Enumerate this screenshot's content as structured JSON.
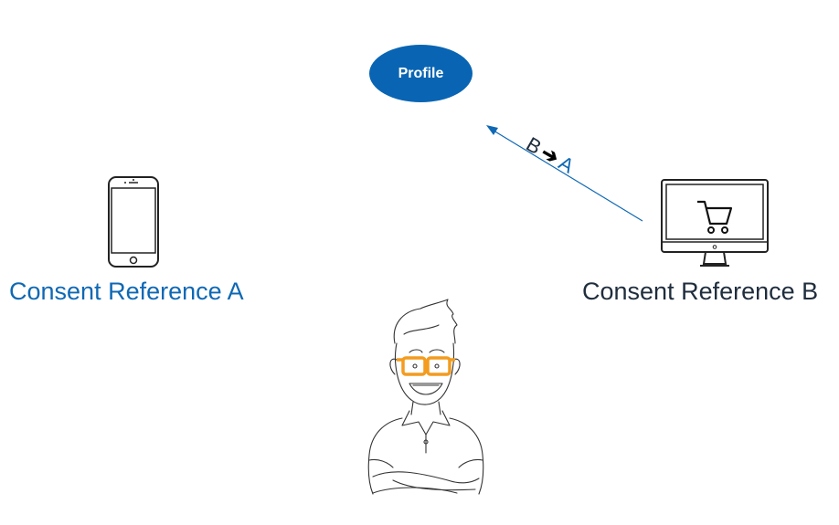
{
  "profile_node": {
    "label": "Profile",
    "color": "#0965b3"
  },
  "edge": {
    "from_label": "B",
    "arrow_glyph": "➔",
    "to_label": "A",
    "color": "#0f68b4"
  },
  "device_a": {
    "icon": "smartphone-icon",
    "label": "Consent Reference A",
    "label_color": "#0f68b4"
  },
  "device_b": {
    "icon": "desktop-cart-icon",
    "label": "Consent Reference B",
    "label_color": "#1f2d3d"
  },
  "person": {
    "icon": "person-with-glasses-icon",
    "glasses_color": "#f39c1f"
  }
}
